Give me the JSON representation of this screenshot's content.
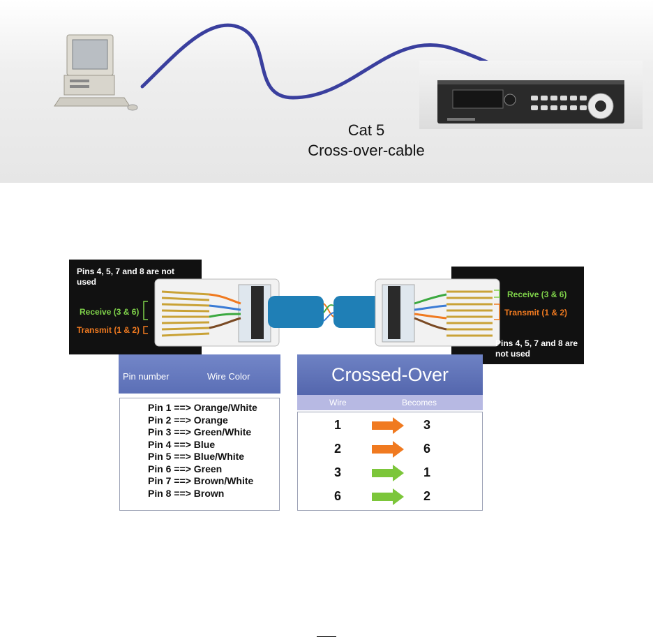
{
  "top": {
    "cable_title": "Cat 5",
    "cable_subtitle": "Cross-over-cable"
  },
  "connector_left": {
    "note": "Pins 4, 5, 7 and 8 are not used",
    "receive": "Receive (3 & 6)",
    "transmit": "Transmit (1 & 2)"
  },
  "connector_right": {
    "note": "Pins 4, 5, 7 and 8 are not used",
    "receive": "Receive (3 & 6)",
    "transmit": "Transmit (1 & 2)"
  },
  "pin_table": {
    "col_pin": "Pin number",
    "col_color": "Wire Color",
    "rows": [
      "Pin 1 ==> Orange/White",
      "Pin 2 ==> Orange",
      "Pin 3 ==> Green/White",
      "Pin 4 ==> Blue",
      "Pin 5 ==> Blue/White",
      "Pin 6 ==> Green",
      "Pin 7 ==> Brown/White",
      "Pin 8 ==> Brown"
    ]
  },
  "cross_table": {
    "title": "Crossed-Over",
    "col_wire": "Wire",
    "col_becomes": "Becomes",
    "rows": [
      {
        "wire": "1",
        "becomes": "3",
        "arrow": "#f07a20"
      },
      {
        "wire": "2",
        "becomes": "6",
        "arrow": "#f07a20"
      },
      {
        "wire": "3",
        "becomes": "1",
        "arrow": "#7cc63a"
      },
      {
        "wire": "6",
        "becomes": "2",
        "arrow": "#7cc63a"
      }
    ]
  },
  "colors": {
    "cable": "#3a3f9e",
    "header_blue": "#5b6fb6",
    "orange": "#f07a20",
    "green": "#7fd24a"
  }
}
